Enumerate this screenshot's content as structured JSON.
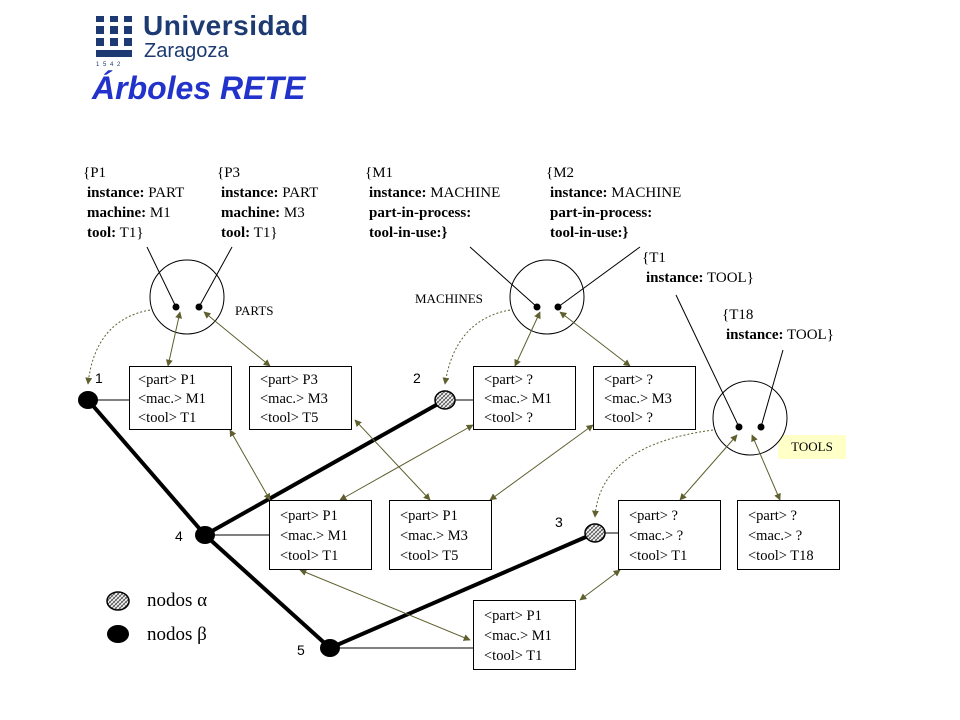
{
  "logo": {
    "line1": "Universidad",
    "line2": "Zaragoza",
    "year": "1 5 4 2"
  },
  "title": "Árboles RETE",
  "facts": [
    {
      "open": "{P1",
      "rows": [
        {
          "k": "instance:",
          "v": " PART"
        },
        {
          "k": "machine:",
          "v": " M1"
        },
        {
          "k": "tool:",
          "v": " T1}"
        }
      ]
    },
    {
      "open": "{P3",
      "rows": [
        {
          "k": "instance:",
          "v": " PART"
        },
        {
          "k": "machine:",
          "v": " M3"
        },
        {
          "k": "tool:",
          "v": " T1}"
        }
      ]
    },
    {
      "open": "{M1",
      "rows": [
        {
          "k": "instance:",
          "v": " MACHINE"
        },
        {
          "k": "part-in-process:",
          "v": ""
        },
        {
          "k": "tool-in-use:}",
          "v": ""
        }
      ]
    },
    {
      "open": "{M2",
      "rows": [
        {
          "k": "instance:",
          "v": " MACHINE"
        },
        {
          "k": "part-in-process:",
          "v": ""
        },
        {
          "k": "tool-in-use:}",
          "v": ""
        }
      ]
    },
    {
      "open": "{T1",
      "rows": [
        {
          "k": "instance:",
          "v": " TOOL}"
        }
      ]
    },
    {
      "open": "{T18",
      "rows": [
        {
          "k": "instance:",
          "v": " TOOL}"
        }
      ]
    }
  ],
  "memories": {
    "parts": "PARTS",
    "machines": "MACHINES",
    "tools": "TOOLS"
  },
  "node_numbers": [
    "1",
    "2",
    "3",
    "4",
    "5"
  ],
  "tokens": [
    [
      "<part> P1",
      "<mac.> M1",
      "<tool> T1"
    ],
    [
      "<part> P3",
      "<mac.> M3",
      "<tool> T5"
    ],
    [
      "<part> ?",
      "<mac.> M1",
      "<tool> ?"
    ],
    [
      "<part> ?",
      "<mac.> M3",
      "<tool> ?"
    ],
    [
      "<part> P1",
      "<mac.> M1",
      "<tool> T1"
    ],
    [
      "<part> P1",
      "<mac.> M3",
      "<tool> T5"
    ],
    [
      "<part> ?",
      "<mac.> ?",
      "<tool> T1"
    ],
    [
      "<part> ?",
      "<mac.> ?",
      "<tool> T18"
    ],
    [
      "<part> P1",
      "<mac.> M1",
      "<tool> T1"
    ]
  ],
  "legend": {
    "alpha": "nodos α",
    "beta": "nodos β"
  },
  "colors": {
    "brand": "#1d3a72",
    "title": "#2233cc",
    "arrow": "#5f5f2f",
    "tools_bg": "#ffffc8"
  }
}
